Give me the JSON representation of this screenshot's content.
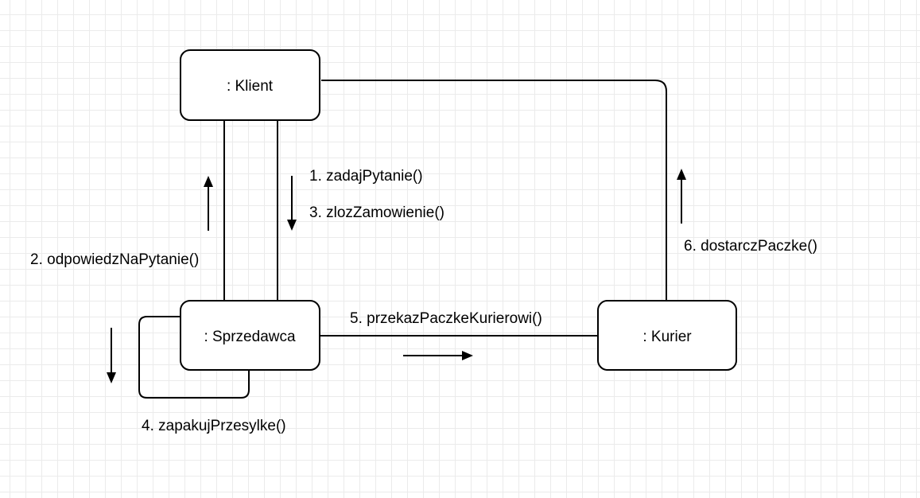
{
  "nodes": {
    "klient": ": Klient",
    "sprzedawca": ": Sprzedawca",
    "kurier": ": Kurier"
  },
  "messages": {
    "m1": "1. zadajPytanie()",
    "m2": "2. odpowiedzNaPytanie()",
    "m3": "3. zlozZamowienie()",
    "m4": "4. zapakujPrzesylke()",
    "m5": "5. przekazPaczkeKurierowi()",
    "m6": "6. dostarczPaczke()"
  },
  "colors": {
    "stroke": "#000000",
    "node_fill": "#ffffff",
    "grid": "#ebebeb"
  }
}
